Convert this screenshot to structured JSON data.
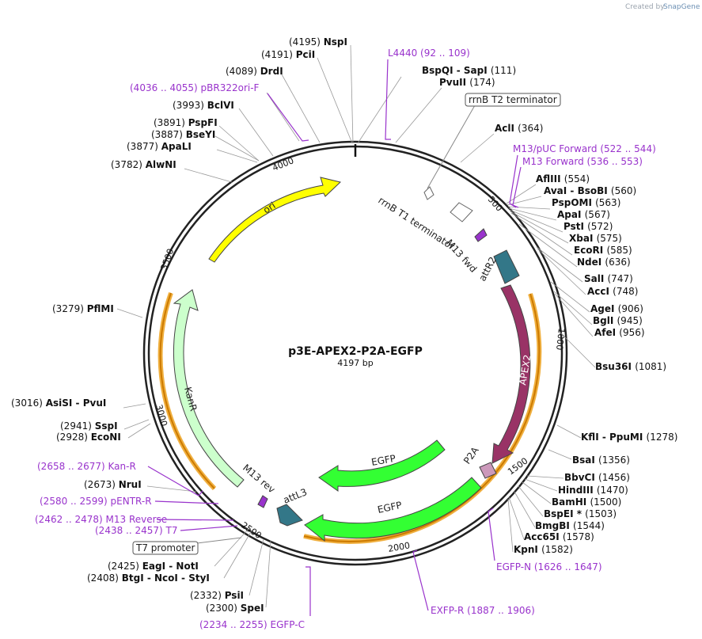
{
  "brand": {
    "created_by": "Created by",
    "name": "SnapGene"
  },
  "plasmid": {
    "name": "p3E-APEX2-P2A-EGFP",
    "length": "4197 bp",
    "total_bp": 4197
  },
  "ticks": [
    "500",
    "1000",
    "1500",
    "2000",
    "2500",
    "3000",
    "3500",
    "4000"
  ],
  "features": [
    {
      "name": "ori",
      "color": "#ffff00"
    },
    {
      "name": "KanR",
      "color": "#ccffcc"
    },
    {
      "name": "APEX2",
      "color": "#993366"
    },
    {
      "name": "P2A",
      "color": "#cc99bb"
    },
    {
      "name": "EGFP",
      "color": "#33ff33"
    },
    {
      "name": "EGFP",
      "color": "#33ff33"
    },
    {
      "name": "attR2",
      "color": "#337788"
    },
    {
      "name": "attL3",
      "color": "#337788"
    },
    {
      "name": "M13 fwd",
      "color": "#9933cc"
    },
    {
      "name": "M13 rev",
      "color": "#9933cc"
    },
    {
      "name": "rrnB T1 terminator",
      "color": "#ffffff"
    },
    {
      "name": "rrnB T2 terminator",
      "color": "#ffffff"
    },
    {
      "name": "T7 promoter",
      "color": "#ffffff"
    }
  ],
  "enzymes": [
    {
      "pos": "(4195)",
      "name": "NspI"
    },
    {
      "pos": "(4191)",
      "name": "PciI"
    },
    {
      "pos": "(4089)",
      "name": "DrdI"
    },
    {
      "pos": "(3993)",
      "name": "BclVI"
    },
    {
      "pos": "(3891)",
      "name": "PspFI"
    },
    {
      "pos": "(3887)",
      "name": "BseYI"
    },
    {
      "pos": "(3877)",
      "name": "ApaLI"
    },
    {
      "pos": "(3782)",
      "name": "AlwNI"
    },
    {
      "pos": "(3279)",
      "name": "PflMI"
    },
    {
      "pos": "(3016)",
      "name": "AsiSI - PvuI"
    },
    {
      "pos": "(2941)",
      "name": "SspI"
    },
    {
      "pos": "(2928)",
      "name": "EcoNI"
    },
    {
      "pos": "(2673)",
      "name": "NruI"
    },
    {
      "pos": "(2425)",
      "name": "EagI - NotI"
    },
    {
      "pos": "(2408)",
      "name": "BtgI - NcoI - StyI"
    },
    {
      "pos": "(2332)",
      "name": "PsiI"
    },
    {
      "pos": "(2300)",
      "name": "SpeI"
    },
    {
      "pos": "(111)",
      "name": "BspQI - SapI"
    },
    {
      "pos": "(174)",
      "name": "PvuII"
    },
    {
      "pos": "(364)",
      "name": "AclI"
    },
    {
      "pos": "(554)",
      "name": "AflIII"
    },
    {
      "pos": "(560)",
      "name": "AvaI - BsoBI"
    },
    {
      "pos": "(563)",
      "name": "PspOMI"
    },
    {
      "pos": "(567)",
      "name": "ApaI"
    },
    {
      "pos": "(572)",
      "name": "PstI"
    },
    {
      "pos": "(575)",
      "name": "XbaI"
    },
    {
      "pos": "(585)",
      "name": "EcoRI"
    },
    {
      "pos": "(636)",
      "name": "NdeI"
    },
    {
      "pos": "(747)",
      "name": "SalI"
    },
    {
      "pos": "(748)",
      "name": "AccI"
    },
    {
      "pos": "(906)",
      "name": "AgeI"
    },
    {
      "pos": "(945)",
      "name": "BglI"
    },
    {
      "pos": "(956)",
      "name": "AfeI"
    },
    {
      "pos": "(1081)",
      "name": "Bsu36I"
    },
    {
      "pos": "(1278)",
      "name": "KflI - PpuMI"
    },
    {
      "pos": "(1356)",
      "name": "BsaI"
    },
    {
      "pos": "(1456)",
      "name": "BbvCI"
    },
    {
      "pos": "(1470)",
      "name": "HindIII"
    },
    {
      "pos": "(1500)",
      "name": "BamHI"
    },
    {
      "pos": "(1503)",
      "name": "BspEI *"
    },
    {
      "pos": "(1544)",
      "name": "BmgBI"
    },
    {
      "pos": "(1578)",
      "name": "Acc65I"
    },
    {
      "pos": "(1582)",
      "name": "KpnI"
    }
  ],
  "primers": [
    {
      "name": "L4440",
      "range": "(92 .. 109)"
    },
    {
      "name": "pBR322ori-F",
      "range": "(4036 .. 4055)"
    },
    {
      "name": "M13/pUC Forward",
      "range": "(522 .. 544)"
    },
    {
      "name": "M13 Forward",
      "range": "(536 .. 553)"
    },
    {
      "name": "Kan-R",
      "range": "(2658 .. 2677)"
    },
    {
      "name": "pENTR-R",
      "range": "(2580 .. 2599)"
    },
    {
      "name": "M13 Reverse",
      "range": "(2462 .. 2478)"
    },
    {
      "name": "T7",
      "range": "(2438 .. 2457)"
    },
    {
      "name": "EGFP-N",
      "range": "(1626 .. 1647)"
    },
    {
      "name": "EXFP-R",
      "range": "(1887 .. 1906)"
    },
    {
      "name": "EGFP-C",
      "range": "(2234 .. 2255)"
    }
  ]
}
